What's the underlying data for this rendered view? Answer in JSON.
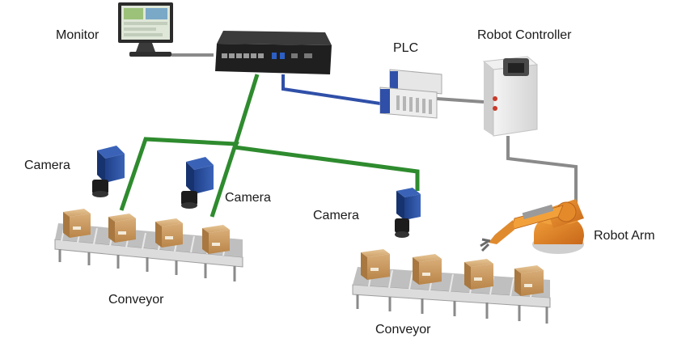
{
  "labels": {
    "monitor": "Monitor",
    "plc": "PLC",
    "robot_controller": "Robot Controller",
    "camera_1": "Camera",
    "camera_2": "Camera",
    "camera_3": "Camera",
    "robot_arm": "Robot Arm",
    "conveyor_1": "Conveyor",
    "conveyor_2": "Conveyor"
  },
  "colors": {
    "camera_network_cable": "#2e8b2e",
    "plc_network_cable": "#2f4fa8",
    "control_cable": "#8a8a8a"
  },
  "icons": [
    "monitor-icon",
    "industrial-pc-icon",
    "plc-icon",
    "robot-controller-icon",
    "camera-icon",
    "robot-arm-icon",
    "conveyor-icon",
    "box-icon"
  ]
}
